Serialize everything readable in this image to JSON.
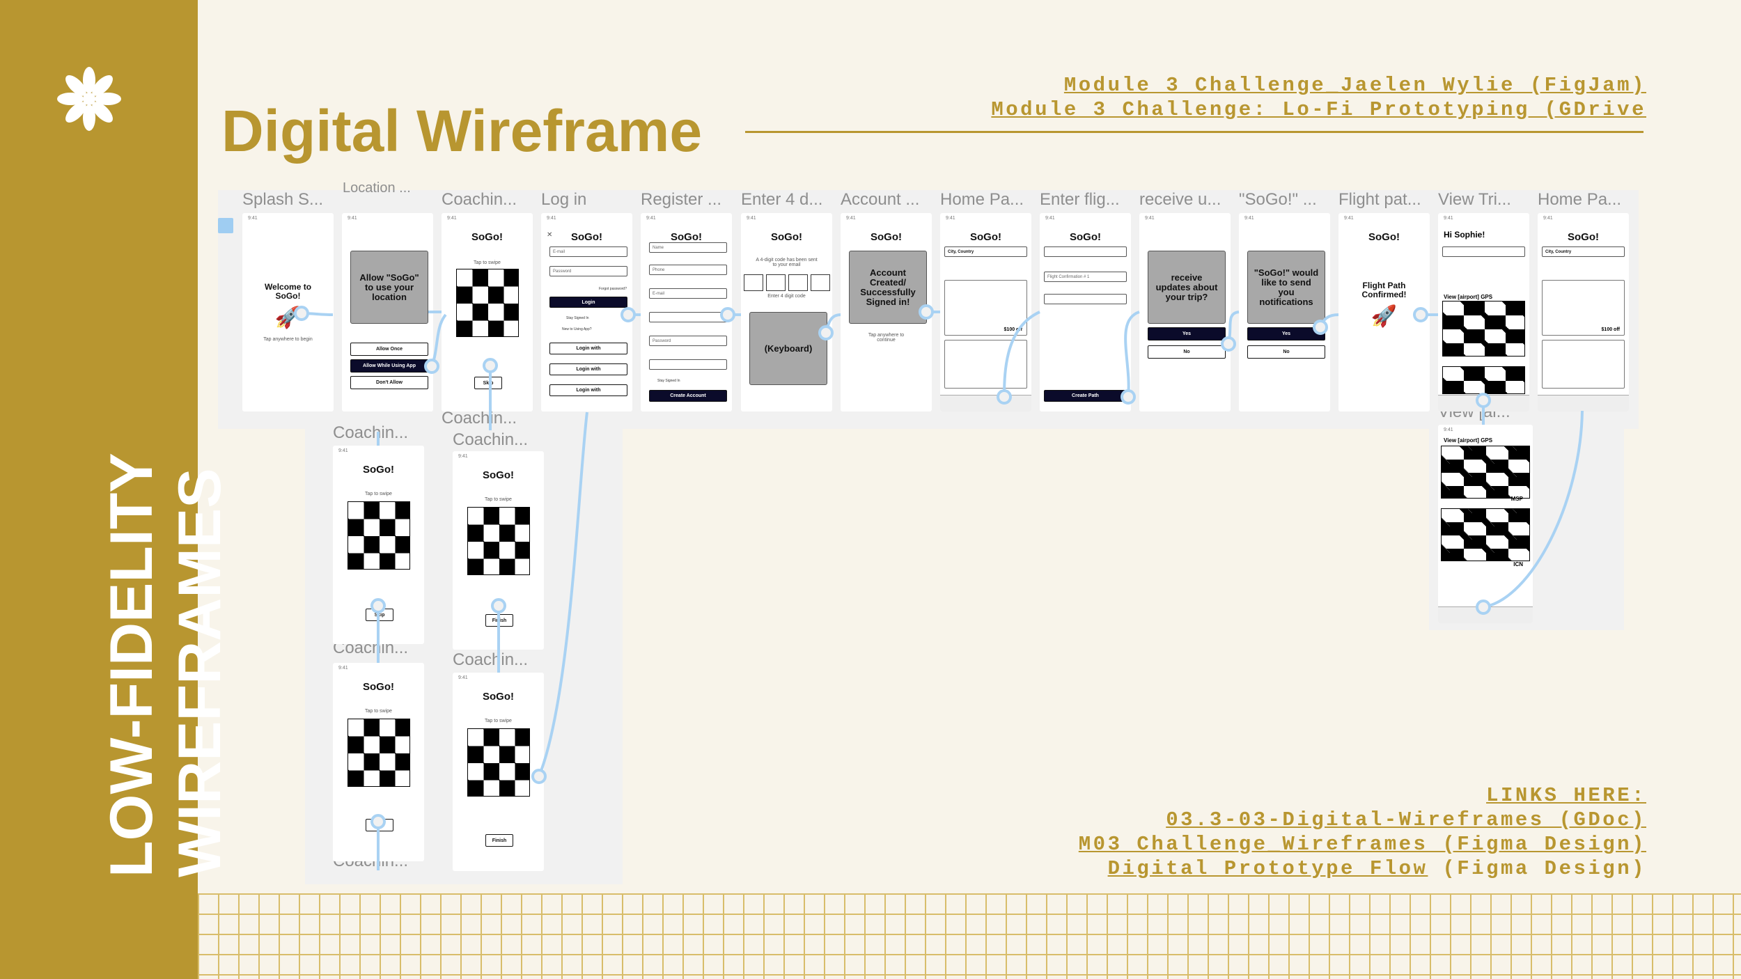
{
  "page": {
    "title": "Digital Wireframe",
    "vertical_title": [
      "LOW-FIDELITY",
      "WIREFRAMES"
    ]
  },
  "links": {
    "top1": "Module 3 Challenge_Jaelen Wylie (FigJam)",
    "top2": "Module 3 Challenge: Lo-Fi Prototyping (GDrive",
    "bottom_header": "LINKS HERE:",
    "bottom1": "03.3-03-Digital-Wireframes (GDoc)",
    "bottom2": "M03 Challenge_Wireframes (Figma Design)",
    "bottom3_link": "Digital Prototype Flow",
    "bottom3_rest": " (Figma Design)"
  },
  "frames": {
    "labels": [
      "Splash S...",
      "Coachin...",
      "Log in",
      "Register ...",
      "Enter 4 d...",
      "Account ...",
      "Home Pa...",
      "Enter flig...",
      "receive u...",
      "\"SoGo!\" ...",
      "Flight pat...",
      "View Tri...",
      "Home Pa..."
    ],
    "below_labels": [
      "Coachin...",
      "Coachin...",
      "Coachin...",
      "Coachin...",
      "Coachin...",
      "Coachin...",
      "View [ai..."
    ],
    "partial_label": "Location ..."
  },
  "screens": {
    "status_time": "9:41",
    "logo": "SoGo!",
    "splash_title": "Welcome to SoGo!",
    "splash_sub": "Tap anywhere to begin",
    "location_prompt": "Allow \"SoGo\" to use your location",
    "allow_once": "Allow Once",
    "allow_while": "Allow While Using App",
    "dont_allow": "Don't Allow",
    "tap_to_swipe": "Tap to swipe",
    "skip": "Skip",
    "finish": "Finish",
    "email": "E-mail",
    "password": "Password",
    "login": "Login",
    "forgot": "Forgot password?",
    "stay_signed": "Stay Signed In",
    "new_user": "New to Using App?",
    "register": "Register",
    "login_fb": "Login with",
    "name": "Name",
    "phone": "Phone",
    "create_account": "Create Account",
    "code_sent": "A 4-digit code has been sent to your email",
    "enter_code": "Enter 4 digit code",
    "keyboard": "(Keyboard)",
    "account_created": "Account Created/ Successfully Signed in!",
    "tap_continue": "Tap anywhere to continue",
    "city_country": "City, Country",
    "price": "$100 off",
    "flight_conf": "Flight Confirmation # 1",
    "create_path": "Create Path",
    "receive_updates": "receive updates about your trip?",
    "notify": "\"SoGo!\" would like to send you notifications",
    "yes": "Yes",
    "no": "No",
    "path_confirmed": "Flight Path Confirmed!",
    "hi": "Hi Sophie!",
    "view_gps": "View [airport] GPS",
    "msp": "MSP",
    "icn": "ICN"
  },
  "colors": {
    "gold": "#b89630",
    "cream": "#f8f4ea",
    "arrow": "#a9d2f3",
    "dark_button": "#0b0b2a"
  },
  "icons": [
    "asterisk-flower-icon",
    "rocket-icon",
    "paper-plane-logo-icon",
    "home-icon",
    "heart-icon",
    "user-icon",
    "search-icon",
    "close-icon",
    "back-chevron-icon"
  ]
}
